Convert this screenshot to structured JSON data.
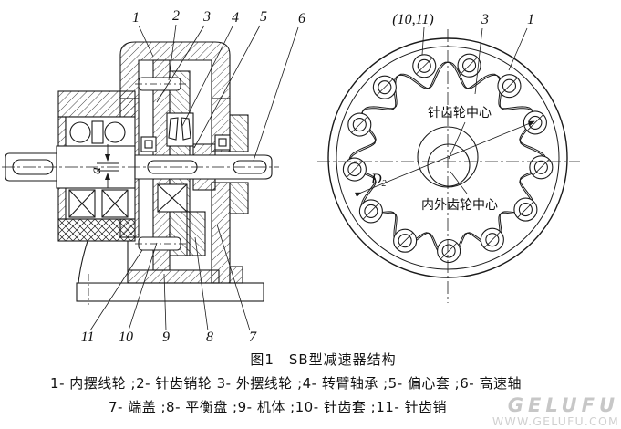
{
  "figure_caption": "图1　SB型减速器结构",
  "legend": {
    "line1": "1- 内摆线轮 ;2- 针齿销轮 3- 外摆线轮 ;4- 转臂轴承 ;5- 偏心套 ;6- 高速轴",
    "line2": "7- 端盖 ;8- 平衡盘 ;9- 机体 ;10- 针齿套 ;11- 针齿销"
  },
  "section_view": {
    "callouts_top": [
      "1",
      "2",
      "3",
      "4",
      "5",
      "6"
    ],
    "callouts_bottom": [
      "11",
      "10",
      "9",
      "8",
      "7"
    ],
    "eccentricity_label": "a"
  },
  "front_view": {
    "callout_pin_pair": "(10,11)",
    "callout_cycloid_disc": "3",
    "callout_ring": "1",
    "pin_gear_center_label": "针齿轮中心",
    "gear_center_label": "内外齿轮中心",
    "pin_circle_dim": "D",
    "pin_circle_dim_sub": "2",
    "pin_count": 13
  },
  "watermark": {
    "brand": "GELUFU",
    "url": "WWW.GELUFU.COM"
  },
  "colors": {
    "line": "#1a1a1a",
    "watermark_brand": "#c7c7c7",
    "watermark_url": "#d0d0d0"
  }
}
